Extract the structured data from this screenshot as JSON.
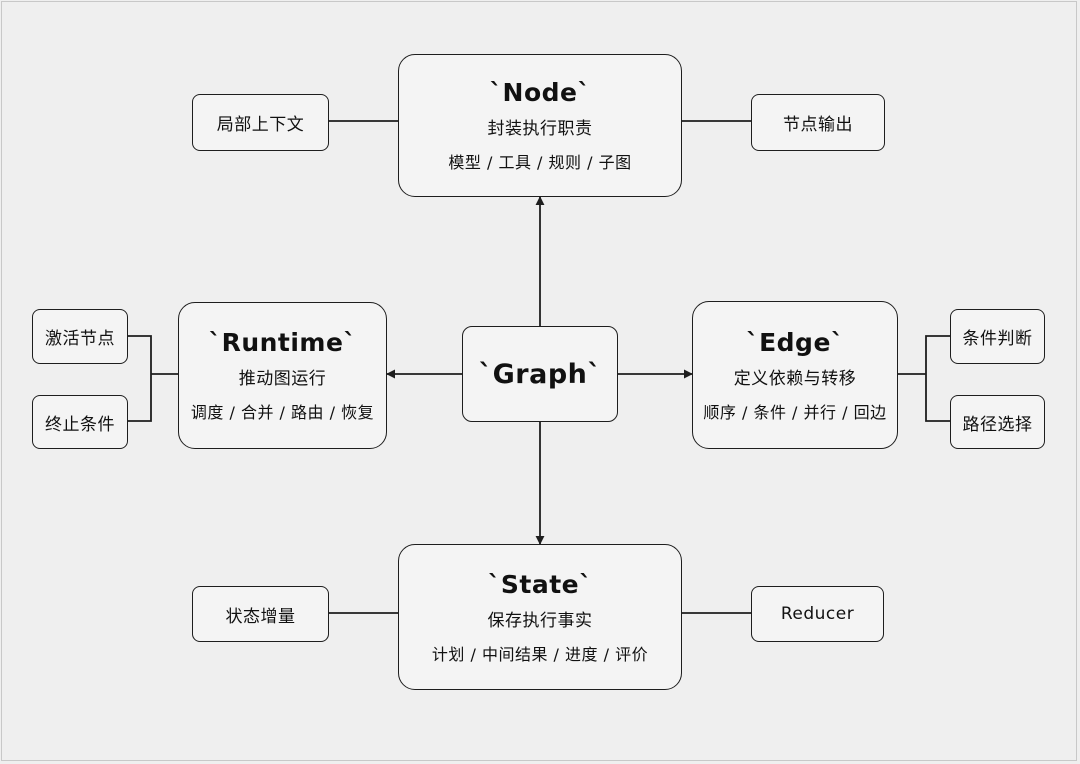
{
  "center": {
    "title": "`Graph`"
  },
  "node": {
    "title": "`Node`",
    "subtitle": "封装执行职责",
    "detail": "模型 / 工具 / 规则 / 子图",
    "left_leaf": "局部上下文",
    "right_leaf": "节点输出"
  },
  "runtime": {
    "title": "`Runtime`",
    "subtitle": "推动图运行",
    "detail": "调度 / 合并 / 路由 / 恢复",
    "leaves": [
      "激活节点",
      "终止条件"
    ]
  },
  "edge": {
    "title": "`Edge`",
    "subtitle": "定义依赖与转移",
    "detail": "顺序 / 条件 / 并行 / 回边",
    "leaves": [
      "条件判断",
      "路径选择"
    ]
  },
  "state": {
    "title": "`State`",
    "subtitle": "保存执行事实",
    "detail": "计划 / 中间结果 / 进度 / 评价",
    "left_leaf": "状态增量",
    "right_leaf": "Reducer"
  },
  "colors": {
    "background": "#efefef",
    "box_fill": "#f4f4f4",
    "stroke": "#1e1e1e"
  }
}
